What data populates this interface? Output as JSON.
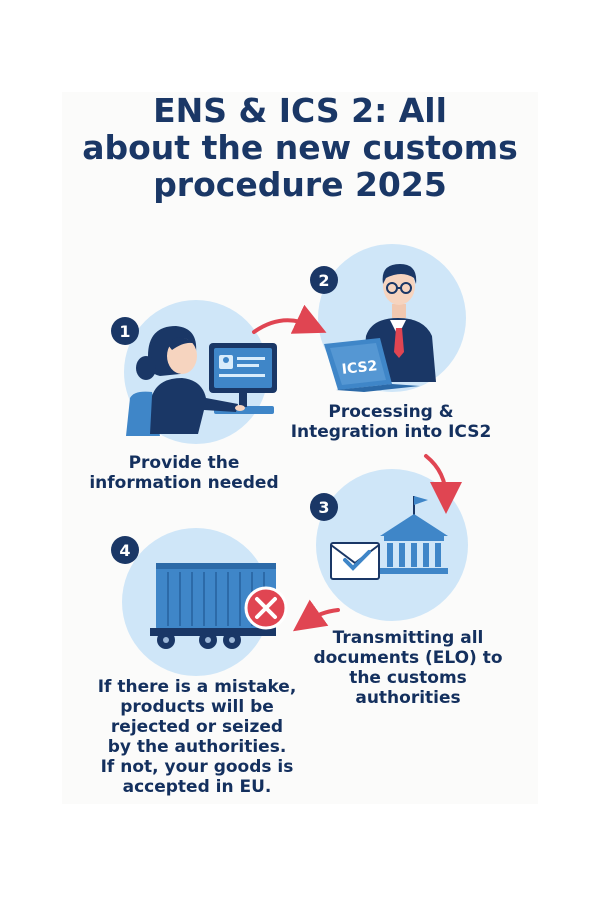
{
  "title_lines": [
    "ENS & ICS 2: All",
    "about the new customs",
    "procedure 2025"
  ],
  "steps": [
    {
      "number": "1",
      "caption_lines": [
        "Provide the",
        "information needed"
      ]
    },
    {
      "number": "2",
      "caption_lines": [
        "Processing &",
        "Integration into ICS2"
      ]
    },
    {
      "number": "3",
      "caption_lines": [
        "Transmitting all",
        "documents (ELO) to",
        "the customs",
        "authorities"
      ]
    },
    {
      "number": "4",
      "caption_lines": [
        "If there is a mistake,",
        "products will be",
        "rejected or seized",
        "by the authorities.",
        "If not, your goods is",
        "accepted in EU."
      ]
    }
  ],
  "laptop_label": "ICS2",
  "colors": {
    "navy": "#1a3766",
    "circle_blue": "#cfe6f8",
    "arrow_red": "#e04552",
    "accent_blue": "#3f86c8"
  }
}
